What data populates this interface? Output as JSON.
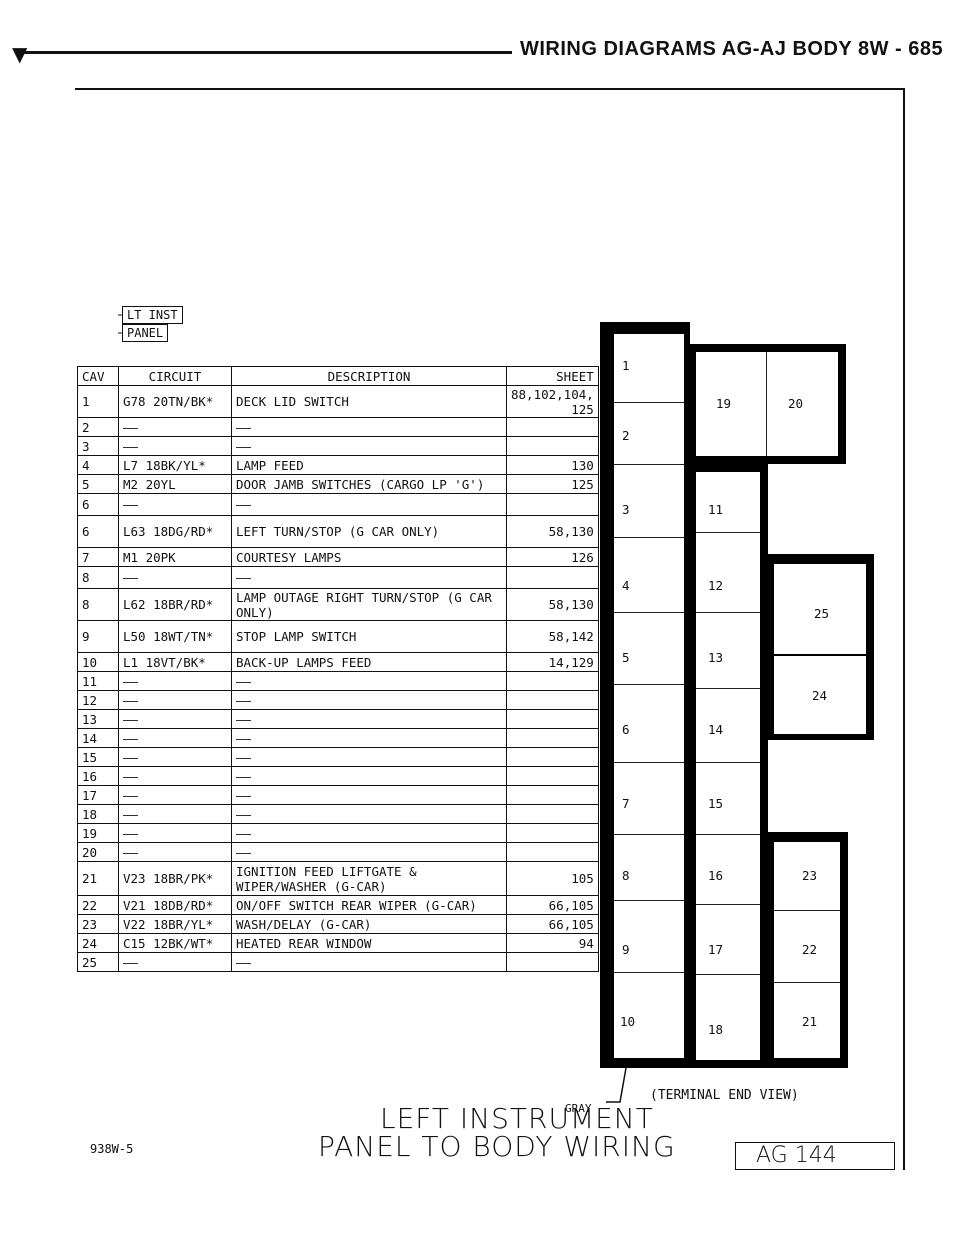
{
  "header": {
    "marker": "▼",
    "title": "WIRING DIAGRAMS AG-AJ BODY   8W - 685"
  },
  "panel_label": {
    "line1": "LT INST",
    "line2": "PANEL"
  },
  "table": {
    "headers": {
      "cav": "CAV",
      "circuit": "CIRCUIT",
      "description": "DESCRIPTION",
      "sheet": "SHEET"
    },
    "rows": [
      {
        "cav": "1",
        "circuit": "G78 20TN/BK*",
        "description": "DECK LID SWITCH",
        "sheet": "88,102,104, 125"
      },
      {
        "cav": "2",
        "circuit": "——",
        "description": "——",
        "sheet": ""
      },
      {
        "cav": "3",
        "circuit": "——",
        "description": "——",
        "sheet": ""
      },
      {
        "cav": "4",
        "circuit": "L7 18BK/YL*",
        "description": "LAMP FEED",
        "sheet": "130"
      },
      {
        "cav": "5",
        "circuit": "M2 20YL",
        "description": "DOOR JAMB SWITCHES (CARGO LP 'G')",
        "sheet": "125"
      },
      {
        "cav": "6",
        "circuit": "——",
        "description": "——",
        "sheet": ""
      },
      {
        "cav": "6",
        "circuit": "L63 18DG/RD*",
        "description": "LEFT TURN/STOP (G CAR ONLY)",
        "sheet": "58,130"
      },
      {
        "cav": "7",
        "circuit": "M1 20PK",
        "description": "COURTESY LAMPS",
        "sheet": "126"
      },
      {
        "cav": "8",
        "circuit": "——",
        "description": "——",
        "sheet": ""
      },
      {
        "cav": "8",
        "circuit": "L62 18BR/RD*",
        "description": "LAMP OUTAGE RIGHT TURN/STOP (G CAR ONLY)",
        "sheet": "58,130"
      },
      {
        "cav": "9",
        "circuit": "L50 18WT/TN*",
        "description": "STOP LAMP SWITCH",
        "sheet": "58,142"
      },
      {
        "cav": "10",
        "circuit": "L1 18VT/BK*",
        "description": "BACK-UP LAMPS FEED",
        "sheet": "14,129"
      },
      {
        "cav": "11",
        "circuit": "——",
        "description": "——",
        "sheet": ""
      },
      {
        "cav": "12",
        "circuit": "——",
        "description": "——",
        "sheet": ""
      },
      {
        "cav": "13",
        "circuit": "——",
        "description": "——",
        "sheet": ""
      },
      {
        "cav": "14",
        "circuit": "——",
        "description": "——",
        "sheet": ""
      },
      {
        "cav": "15",
        "circuit": "——",
        "description": "——",
        "sheet": ""
      },
      {
        "cav": "16",
        "circuit": "——",
        "description": "——",
        "sheet": ""
      },
      {
        "cav": "17",
        "circuit": "——",
        "description": "——",
        "sheet": ""
      },
      {
        "cav": "18",
        "circuit": "——",
        "description": "——",
        "sheet": ""
      },
      {
        "cav": "19",
        "circuit": "——",
        "description": "——",
        "sheet": ""
      },
      {
        "cav": "20",
        "circuit": "——",
        "description": "——",
        "sheet": ""
      },
      {
        "cav": "21",
        "circuit": "V23 18BR/PK*",
        "description": "IGNITION FEED LIFTGATE & WIPER/WASHER (G-CAR)",
        "sheet": "105"
      },
      {
        "cav": "22",
        "circuit": "V21 18DB/RD*",
        "description": "ON/OFF SWITCH REAR WIPER (G-CAR)",
        "sheet": "66,105"
      },
      {
        "cav": "23",
        "circuit": "V22 18BR/YL*",
        "description": "WASH/DELAY (G-CAR)",
        "sheet": "66,105"
      },
      {
        "cav": "24",
        "circuit": "C15 12BK/WT*",
        "description": "HEATED REAR WINDOW",
        "sheet": "94"
      },
      {
        "cav": "25",
        "circuit": "——",
        "description": "——",
        "sheet": ""
      }
    ]
  },
  "connector": {
    "cavity_labels": [
      "1",
      "2",
      "3",
      "4",
      "5",
      "6",
      "7",
      "8",
      "9",
      "10",
      "11",
      "12",
      "13",
      "14",
      "15",
      "16",
      "17",
      "18",
      "19",
      "20",
      "21",
      "22",
      "23",
      "24",
      "25"
    ],
    "view_label": "(TERMINAL END VIEW)",
    "color_label": "GRAY"
  },
  "footer": {
    "title_line1": "LEFT INSTRUMENT",
    "title_line2": "PANEL TO BODY WIRING",
    "code": "938W-5",
    "ref": "AG 144"
  }
}
